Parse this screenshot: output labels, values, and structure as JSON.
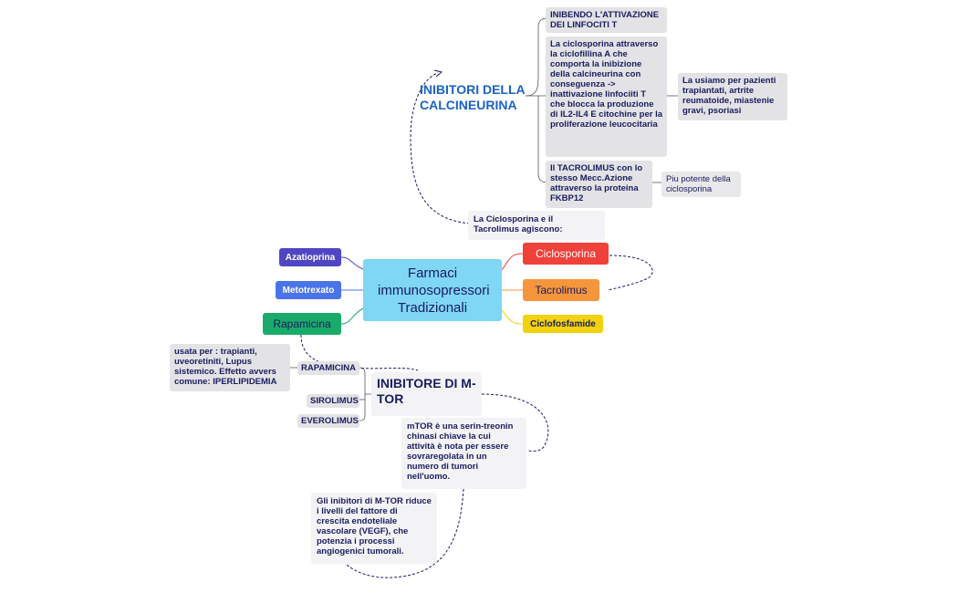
{
  "central": "Farmaci immunosopressori Tradizionali",
  "left_branches": [
    "Azatioprina",
    "Metotrexato",
    "Rapamicina"
  ],
  "right_branches": [
    "Ciclosporina",
    "Tacrolimus",
    "Ciclofosfamide"
  ],
  "calcineurin": {
    "title": "INIBITORI DELLA CALCINEURINA",
    "items": [
      "INIBENDO L'ATTIVAZIONE DEI LINFOCITI T",
      "La ciclosporina attraverso la ciclofillina A che comporta la inibizione della calcineurina con conseguenza -> inattivazione linfociiti T che blocca la produzione di IL2-IL4 E citochine per la proliferazione leucocitaria",
      "Il TACROLIMUS con lo stesso Mecc.Azione attraverso la proteina FKBP12"
    ],
    "usage_note": "La usiamo per pazienti trapiantati, artrite reumatoide, miastenie gravi, psoriasi",
    "potency_note": "Piu potente della ciclosporina",
    "link_note": "La Ciclosporina e il Tacrolimus agiscono:"
  },
  "mtor": {
    "title": "INIBITORE DI M-TOR",
    "drugs": [
      "RAPAMICINA",
      "SIROLIMUS",
      "EVEROLIMUS"
    ],
    "usage_note": "usata per : trapianti, uveoretiniti, Lupus sistemico. Effetto avvers comune: IPERLIPIDEMIA",
    "mtor_note": "mTOR è una serin-treonin chinasi chiave la cui attività è nota per essere sovraregolata in un numero di tumori nell'uomo.",
    "vegf_note": "Gli inibitori di M-TOR riduce i livelli del fattore di crescita endoteliale vascolare (VEGF), che potenzia i processi angiogenici tumorali."
  },
  "colors": {
    "central": "#7fd6f5",
    "azatioprina": "#5046c4",
    "metotrexato": "#4a74e8",
    "rapamicina": "#1aab6b",
    "ciclosporina": "#f0403a",
    "tacrolimus": "#f5963c",
    "ciclofosfamide": "#f2d20c",
    "title_blue": "#1a62c7"
  }
}
